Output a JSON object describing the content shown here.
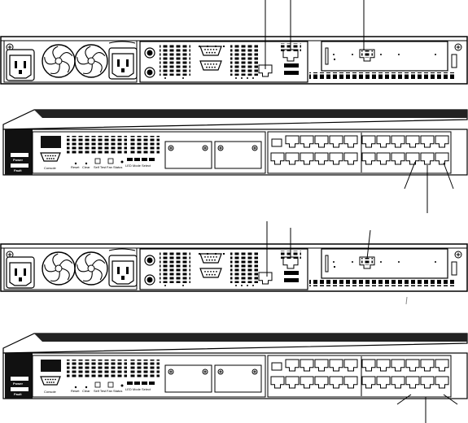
{
  "front_panel": {
    "power_label": "Power",
    "fault_label": "Fault",
    "console_label": "Console",
    "reset_label": "Reset",
    "clear_label": "Clear",
    "self_test_label": "Self Test",
    "fan_status_label": "Fan Status",
    "led_mode_label": "LED Mode Select"
  },
  "colors": {
    "outline": "#000000",
    "background": "#ffffff",
    "panel_dark": "#111111"
  },
  "icons": [
    "power-inlet-icon",
    "fan-icon",
    "rj45-port-icon",
    "screw-icon",
    "serial-port-icon",
    "ps2-port-icon"
  ]
}
